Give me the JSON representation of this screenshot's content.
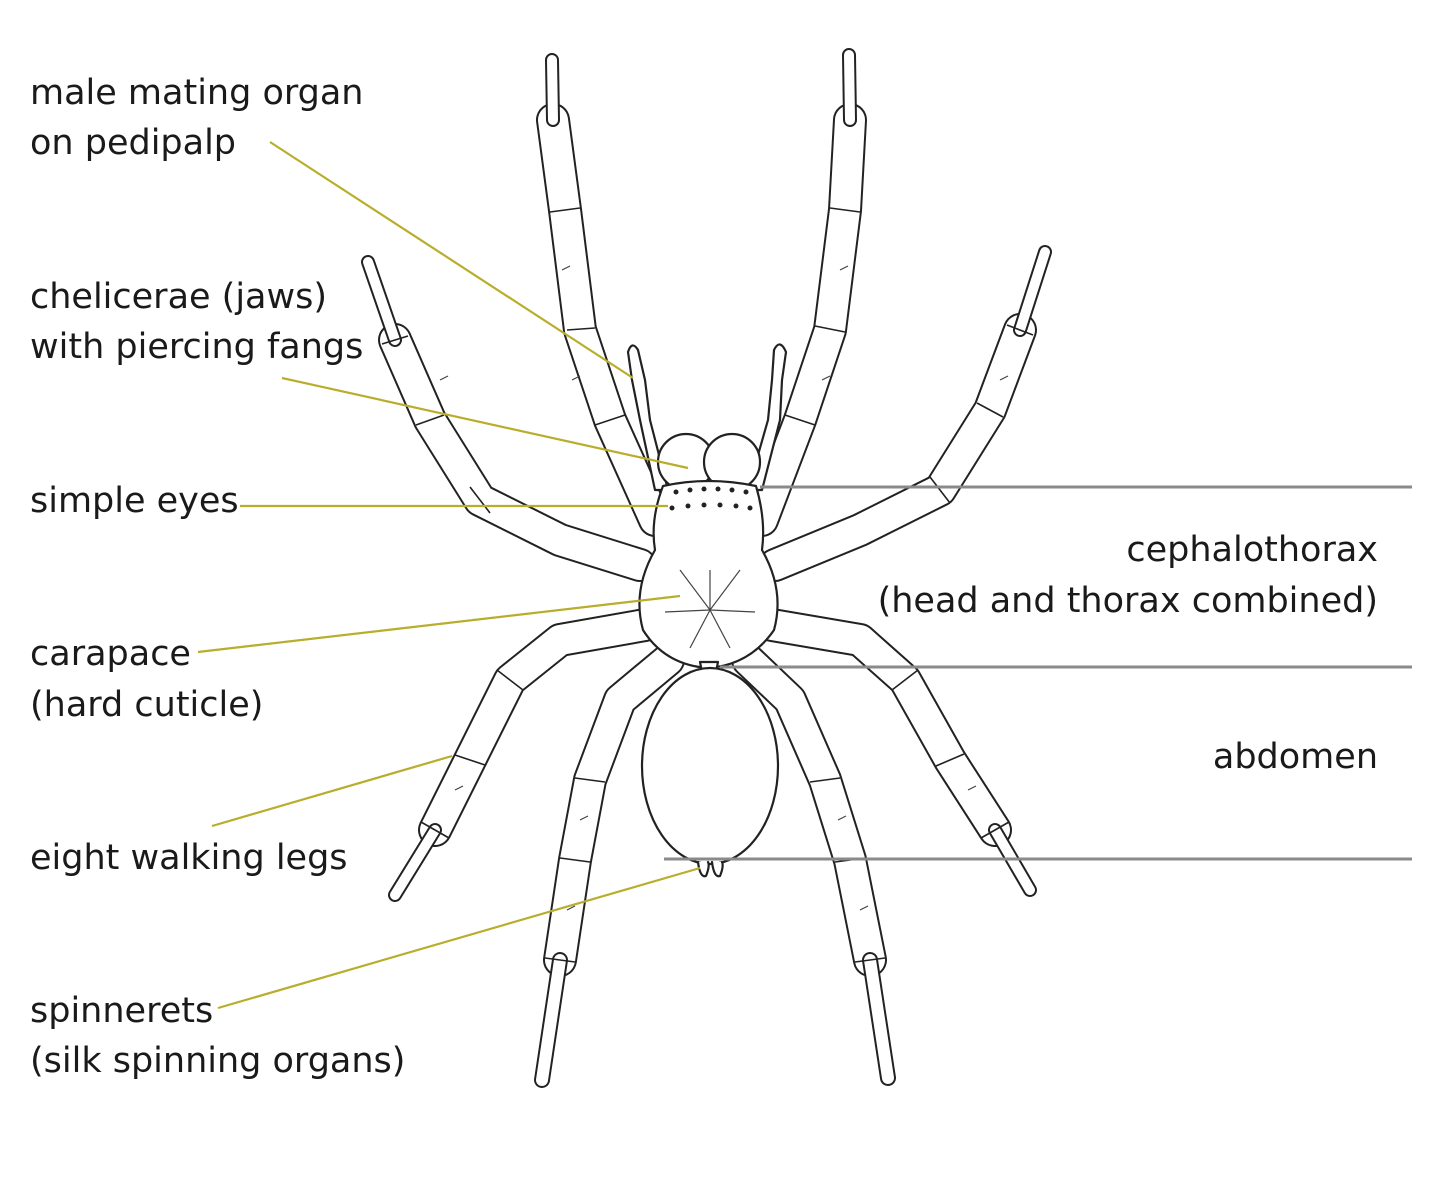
{
  "labels": {
    "pedipalp": [
      "male mating organ",
      "on pedipalp"
    ],
    "chelicerae": [
      "chelicerae (jaws)",
      "with piercing fangs"
    ],
    "eyes": [
      "simple eyes"
    ],
    "carapace": [
      "carapace",
      "(hard cuticle)"
    ],
    "legs": [
      "eight walking legs"
    ],
    "spinnerets": [
      "spinnerets",
      "(silk spinning organs)"
    ],
    "cephalothorax": [
      "cephalothorax",
      "(head and thorax combined)"
    ],
    "abdomen": [
      "abdomen"
    ]
  },
  "colors": {
    "leader_lines": "#b9ad2c",
    "region_lines": "#8a8a8a",
    "outline": "#222222"
  }
}
